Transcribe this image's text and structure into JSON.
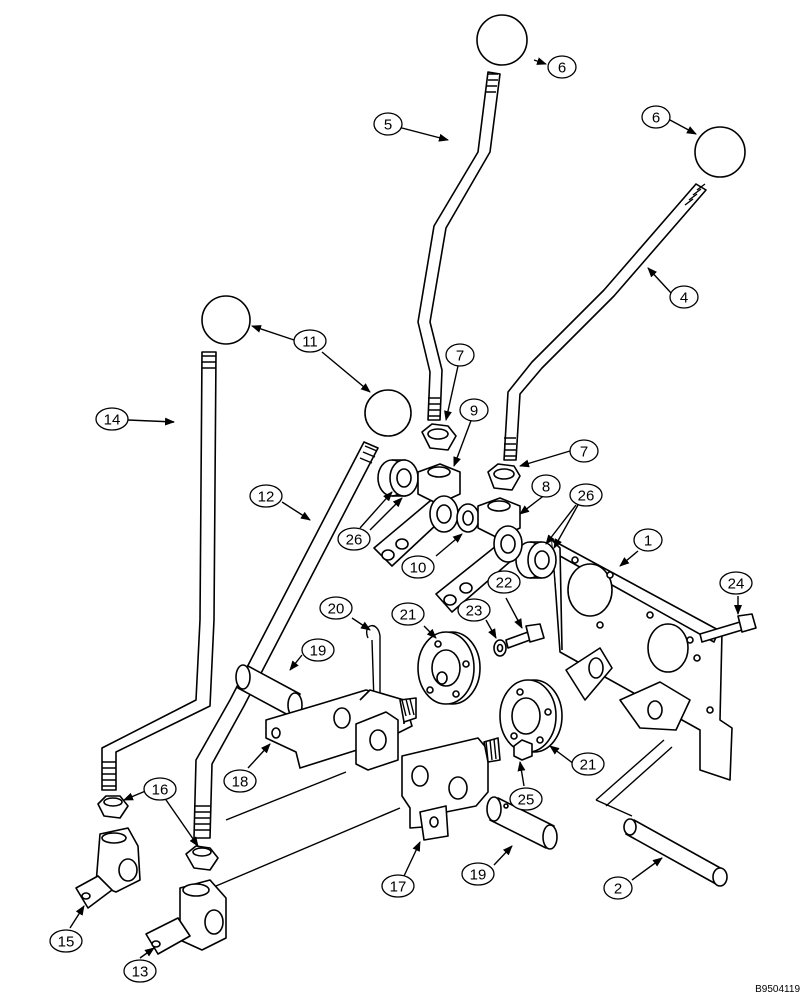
{
  "figure_ref": "B9504119",
  "callouts": [
    "1",
    "2",
    "4",
    "5",
    "6",
    "6",
    "7",
    "7",
    "8",
    "9",
    "10",
    "11",
    "12",
    "13",
    "14",
    "15",
    "16",
    "17",
    "18",
    "19",
    "19",
    "20",
    "21",
    "21",
    "22",
    "23",
    "24",
    "25",
    "26",
    "26"
  ],
  "colors": {
    "line": "#000000",
    "background": "#ffffff"
  }
}
